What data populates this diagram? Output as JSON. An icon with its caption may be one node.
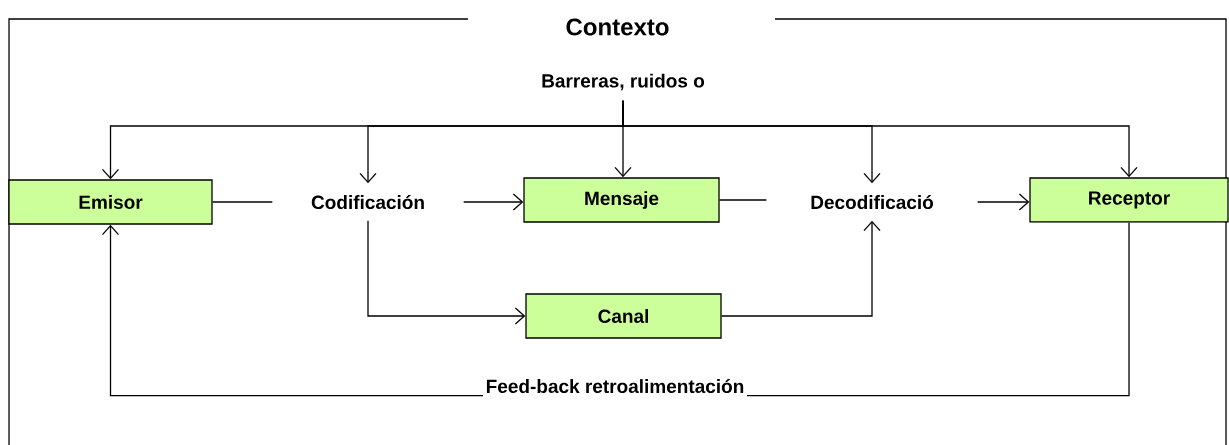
{
  "diagram": {
    "nodes": [
      {
        "text": [
          "Contexto"
        ]
      },
      {
        "text": [
          "Barreras, ruidos o"
        ],
        "in": 0
      },
      {
        "text": [
          "Emisor"
        ],
        "in": 0
      },
      {
        "text": [
          "Codificación"
        ],
        "in": 0
      },
      {
        "text": [
          "Mensaje"
        ],
        "in": 0
      },
      {
        "text": [
          "Decodificació"
        ],
        "in": 0
      },
      {
        "text": [
          "Receptor"
        ],
        "in": 0
      },
      {
        "text": [
          "Canal"
        ],
        "in": 0
      },
      {
        "text": [
          "Feed-back retroalimentación"
        ],
        "in": 0
      }
    ],
    "edges": [
      {
        "from": 1,
        "to": 2,
        "arrow": "to"
      },
      {
        "from": 1,
        "to": 3,
        "arrow": "to"
      },
      {
        "from": 1,
        "to": 4,
        "arrow": "to"
      },
      {
        "from": 1,
        "to": 5,
        "arrow": "to"
      },
      {
        "from": 1,
        "to": 6,
        "arrow": "to"
      },
      {
        "from": 2,
        "to": 3,
        "arrow": "none"
      },
      {
        "from": 3,
        "to": 4,
        "arrow": "to"
      },
      {
        "from": 4,
        "to": 5,
        "arrow": "none"
      },
      {
        "from": 5,
        "to": 6,
        "arrow": "to"
      },
      {
        "from": 3,
        "to": 7,
        "arrow": "to"
      },
      {
        "from": 7,
        "to": 5,
        "arrow": "to"
      },
      {
        "from": 6,
        "to": 8,
        "arrow": "none"
      },
      {
        "from": 8,
        "to": 2,
        "arrow": "to"
      }
    ]
  }
}
